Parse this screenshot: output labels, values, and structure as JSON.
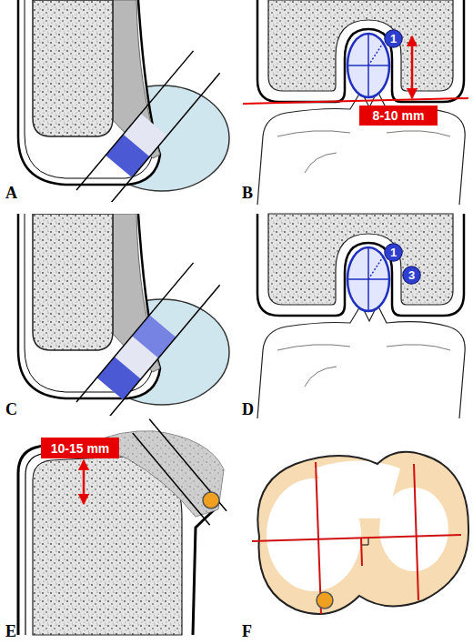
{
  "diagram": {
    "nodes": [
      {
        "text": [
          "1"
        ]
      },
      {
        "text": [
          "8-10 mm"
        ]
      },
      {
        "text": [
          "1"
        ]
      },
      {
        "text": [
          "3"
        ]
      },
      {
        "text": [
          "10-15 mm"
        ]
      }
    ],
    "labels": [
      "A",
      "B",
      "C",
      "D",
      "E",
      "F"
    ]
  }
}
